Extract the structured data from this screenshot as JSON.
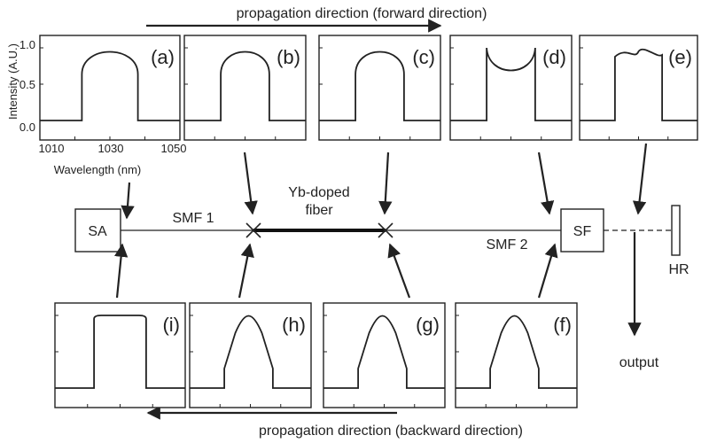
{
  "top_direction_label": "propagation direction  (forward direction)",
  "bottom_direction_label": "propagation direction  (backward direction)",
  "y_axis_label": "Intensity (A.U.)",
  "x_axis_label": "Wavelength (nm)",
  "y_ticks": [
    "1.0",
    "0.5",
    "0.0"
  ],
  "x_ticks": [
    "1010",
    "1030",
    "1050"
  ],
  "components": {
    "sa": "SA",
    "sf": "SF",
    "hr": "HR",
    "smf1": "SMF 1",
    "smf2": "SMF 2",
    "doped_line1": "Yb-doped",
    "doped_line2": "fiber",
    "output": "output"
  },
  "panels": [
    {
      "label": "(a)",
      "shape": "rounded-top"
    },
    {
      "label": "(b)",
      "shape": "rounded-top"
    },
    {
      "label": "(c)",
      "shape": "rounded-top"
    },
    {
      "label": "(d)",
      "shape": "dipped-top"
    },
    {
      "label": "(e)",
      "shape": "wavy-top"
    },
    {
      "label": "(f)",
      "shape": "peaked"
    },
    {
      "label": "(g)",
      "shape": "peaked"
    },
    {
      "label": "(h)",
      "shape": "peaked"
    },
    {
      "label": "(i)",
      "shape": "flat-top"
    }
  ]
}
